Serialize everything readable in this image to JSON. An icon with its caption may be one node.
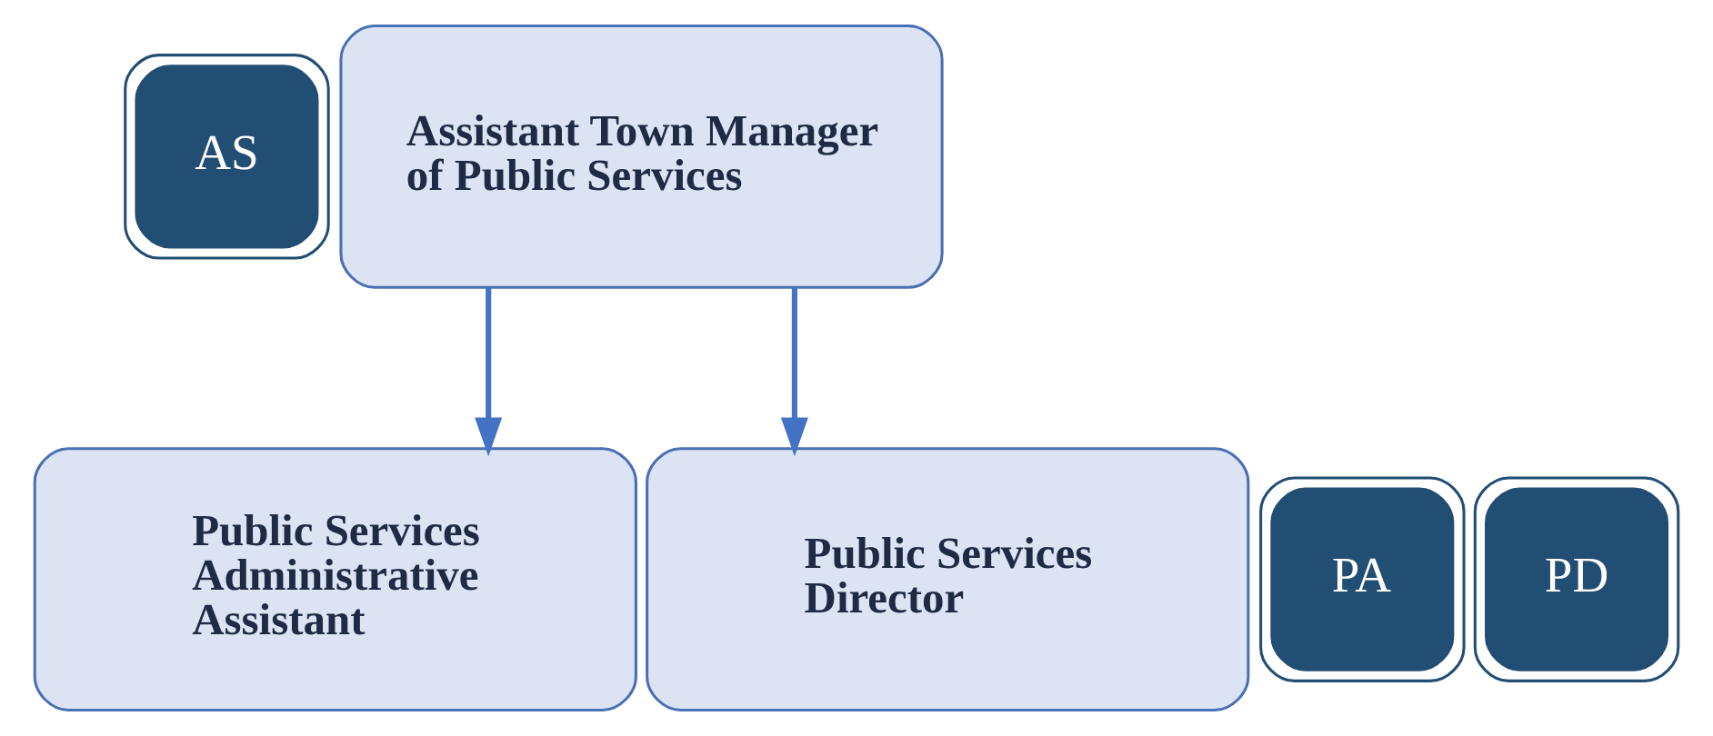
{
  "diagram": {
    "nodes": [
      {
        "text": [
          "AS"
        ]
      },
      {
        "text": [
          "Assistant Town Manager of Public Services"
        ]
      },
      {
        "text": [
          "PA"
        ]
      },
      {
        "text": [
          "Public Services Administrative Assistant"
        ]
      },
      {
        "text": [
          "PD"
        ]
      },
      {
        "text": [
          "Public Services Director"
        ]
      }
    ],
    "edges": [
      {
        "from": 1,
        "to": 3,
        "arrow": "to"
      },
      {
        "from": 1,
        "to": 5,
        "arrow": "to"
      }
    ]
  }
}
